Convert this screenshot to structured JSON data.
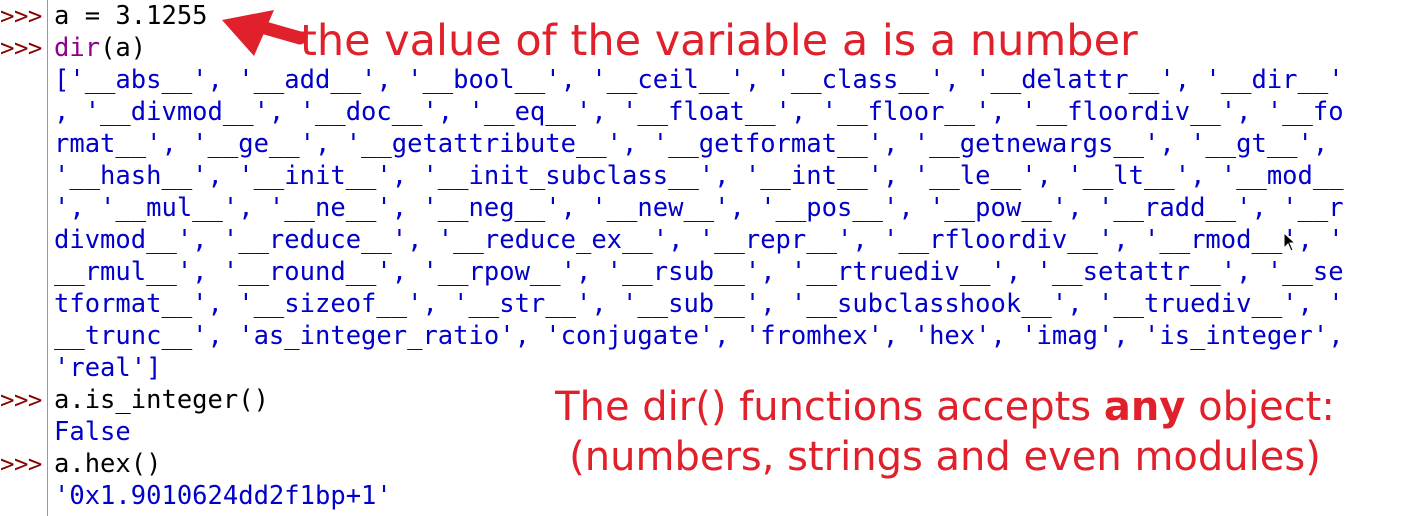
{
  "prompts": {
    "p1": ">>>",
    "p2": ">>>",
    "p3": ">>>",
    "p4": ">>>"
  },
  "session": {
    "line1": "a = 3.1255",
    "line2_builtin": "dir",
    "line2_args": "(a)",
    "dir_output": [
      "['__abs__', '__add__', '__bool__', '__ceil__', '__class__', '__delattr__', '__dir__'",
      ", '__divmod__', '__doc__', '__eq__', '__float__', '__floor__', '__floordiv__', '__fo",
      "rmat__', '__ge__', '__getattribute__', '__getformat__', '__getnewargs__', '__gt__',",
      "'__hash__', '__init__', '__init_subclass__', '__int__', '__le__', '__lt__', '__mod__",
      "', '__mul__', '__ne__', '__neg__', '__new__', '__pos__', '__pow__', '__radd__', '__r",
      "divmod__', '__reduce__', '__reduce_ex__', '__repr__', '__rfloordiv__', '__rmod__', '",
      "__rmul__', '__round__', '__rpow__', '__rsub__', '__rtruediv__', '__setattr__', '__se",
      "tformat__', '__sizeof__', '__str__', '__sub__', '__subclasshook__', '__truediv__', '",
      "__trunc__', 'as_integer_ratio', 'conjugate', 'fromhex', 'hex', 'imag', 'is_integer',",
      "'real']"
    ],
    "line4": "a.is_integer()",
    "out4": "False",
    "line5": "a.hex()",
    "out5": "'0x1.9010624dd2f1bp+1'"
  },
  "annotations": {
    "top": "the value of the variable a is a number",
    "bottom_pre": "The dir() functions accepts ",
    "bottom_bold": "any",
    "bottom_post": " object:",
    "bottom_line2": "(numbers, strings and even modules)"
  },
  "icons": {
    "arrow": "red-arrow-icon",
    "cursor": "mouse-cursor-icon"
  },
  "colors": {
    "prompt": "#8b0000",
    "output": "#0000c8",
    "builtin": "#900090",
    "annotation": "#e0202a"
  }
}
